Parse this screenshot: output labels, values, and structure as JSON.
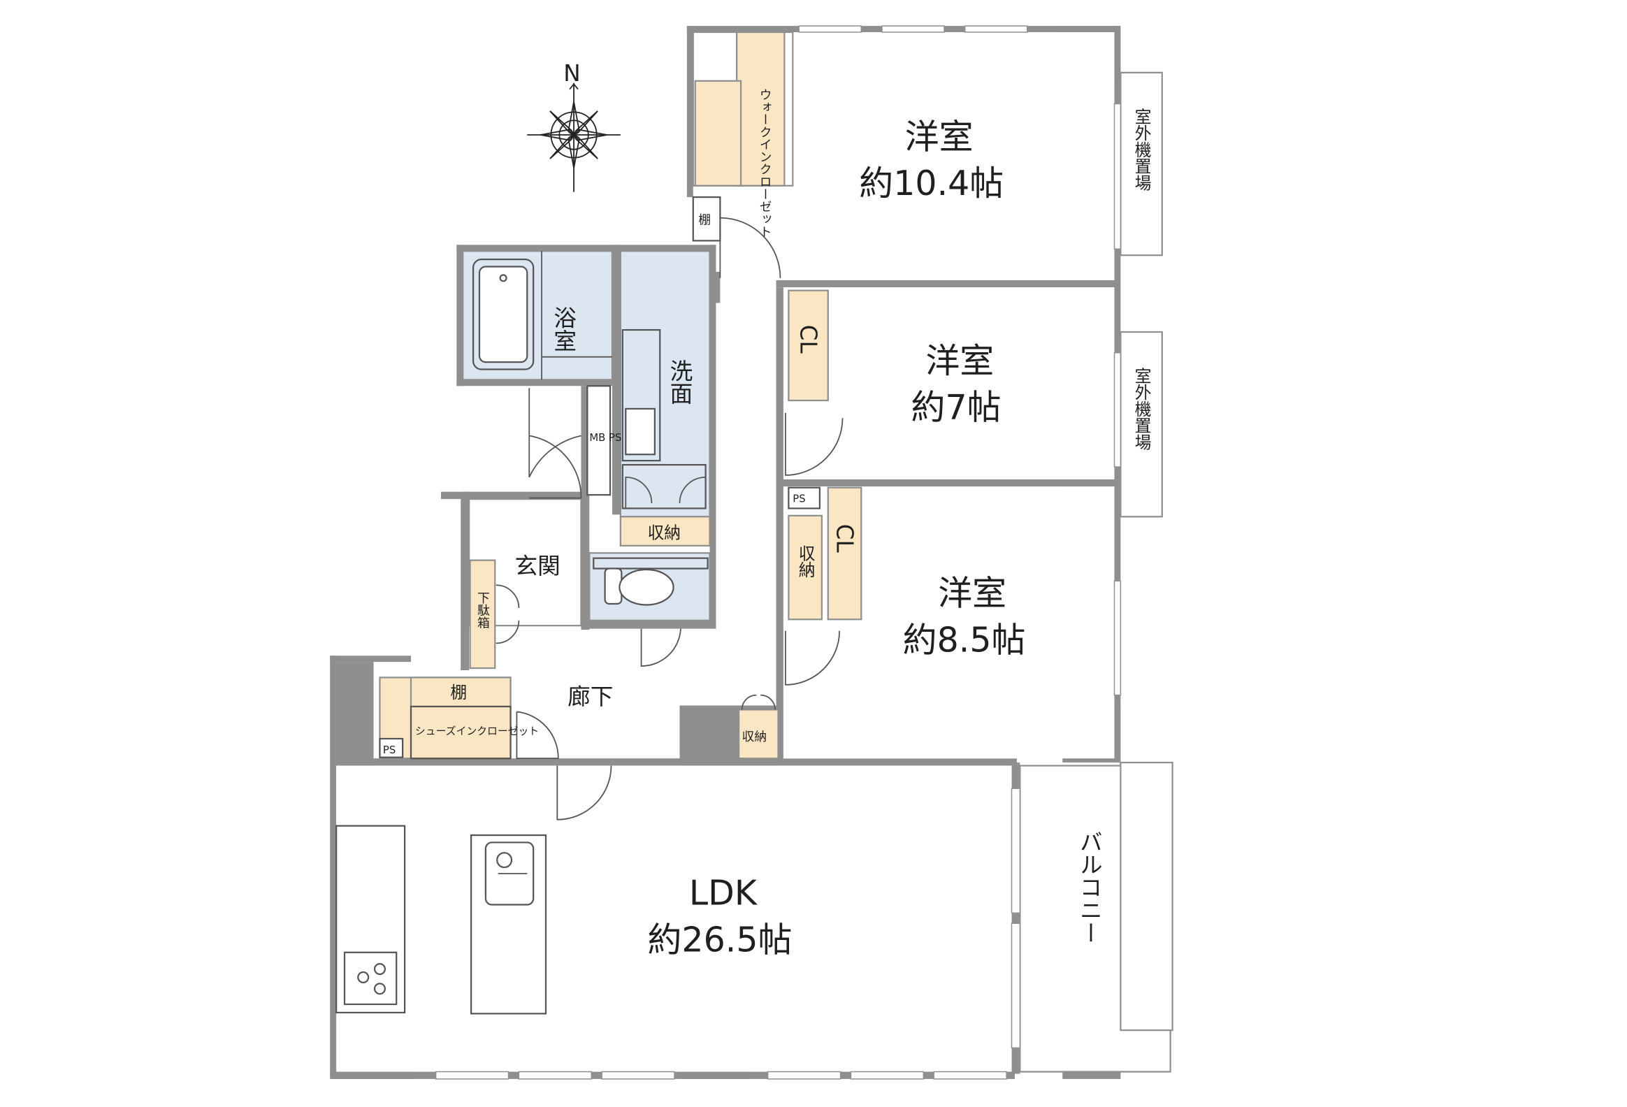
{
  "compass": {
    "north_label": "N"
  },
  "rooms": {
    "western_room_1": {
      "name": "洋室",
      "area": "約10.4帖"
    },
    "western_room_2": {
      "name": "洋室",
      "area": "約7帖"
    },
    "western_room_3": {
      "name": "洋室",
      "area": "約8.5帖"
    },
    "ldk": {
      "name": "LDK",
      "area": "約26.5帖"
    },
    "bathroom": {
      "name": "浴室"
    },
    "washroom": {
      "name": "洗面"
    },
    "entrance": {
      "name": "玄関"
    },
    "hallway": {
      "name": "廊下"
    },
    "balcony": {
      "name": "バルコニー"
    }
  },
  "storage": {
    "walk_in_closet": "ウォークインクローゼット",
    "shelf_top": "棚",
    "closet_1": "CL",
    "closet_2": "CL",
    "storage_wash": "収納",
    "storage_room3": "収納",
    "storage_hall": "収納",
    "shoe_box": "下駄箱",
    "shoes_shelf": "棚",
    "shoes_in_closet": "シューズインクローゼット"
  },
  "utility": {
    "mb_ps": "MB PS",
    "ps_1": "PS",
    "ps_2": "PS",
    "outdoor_unit_1": "室外機置場",
    "outdoor_unit_2": "室外機置場"
  }
}
